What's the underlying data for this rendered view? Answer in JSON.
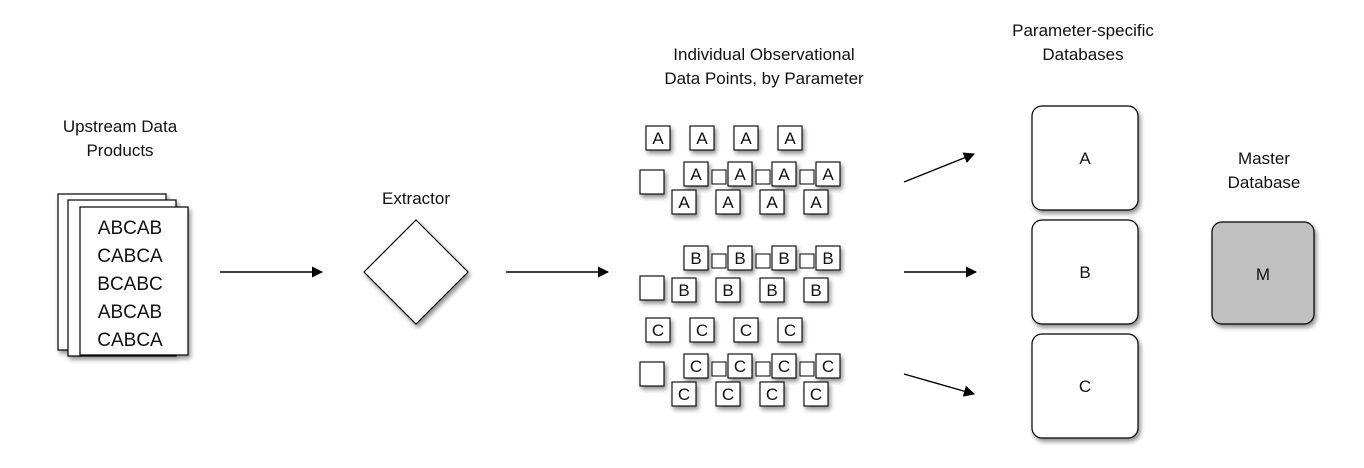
{
  "labels": {
    "upstream": [
      "Upstream Data",
      "Products"
    ],
    "extractor": "Extractor",
    "observations": [
      "Individual Observational",
      "Data Points, by Parameter"
    ],
    "param_dbs": [
      "Parameter-specific",
      "Databases"
    ],
    "master": [
      "Master",
      "Database"
    ]
  },
  "document_lines": [
    "ABCAB",
    "CABCA",
    "BCABC",
    "ABCAB",
    "CABCA"
  ],
  "parameters": [
    "A",
    "B",
    "C"
  ],
  "master_db_label": "M",
  "colors": {
    "stroke": "#000000",
    "box_fill": "#ffffff",
    "master_fill": "#c0c0c0",
    "shadow": "#000000"
  }
}
